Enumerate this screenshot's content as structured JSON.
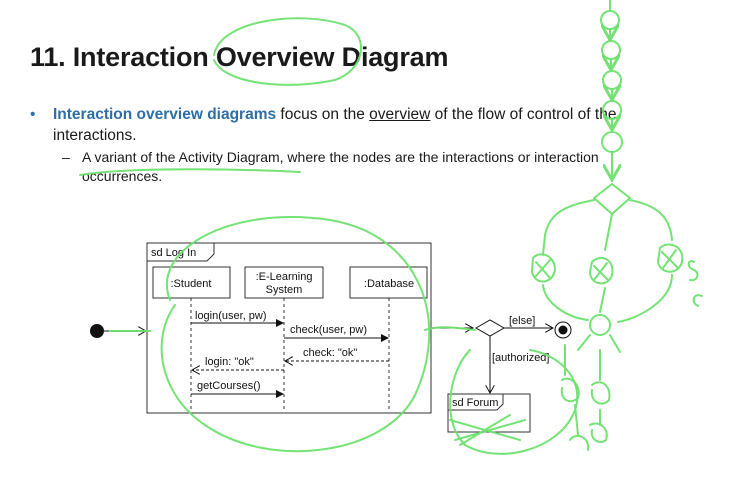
{
  "slide": {
    "title": "11. Interaction Overview Diagram",
    "bullet1": {
      "marker": "•",
      "highlight": "Interaction overview diagrams",
      "text_before_underline": " focus on the ",
      "underlined": "overview",
      "text_after_underline": " of the flow of control of the interactions."
    },
    "bullet2": {
      "marker": "–",
      "text": "A variant of the Activity Diagram, where the nodes are the interactions or interaction occurrences."
    }
  },
  "diagram": {
    "frame_label": "sd Log In",
    "lifelines": [
      {
        "name": ":Student"
      },
      {
        "name": ":E-Learning",
        "name2": "System"
      },
      {
        "name": ":Database"
      }
    ],
    "messages": [
      {
        "label": "login(user, pw)",
        "kind": "sync"
      },
      {
        "label": "check(user, pw)",
        "kind": "sync"
      },
      {
        "label": "check: \"ok\"",
        "kind": "reply"
      },
      {
        "label": "login: \"ok\"",
        "kind": "reply"
      },
      {
        "label": "getCourses()",
        "kind": "sync"
      }
    ],
    "guards": {
      "else": "[else]",
      "authorized": "[authorized]"
    },
    "forum_label": "sd Forum",
    "colors": {
      "annotation_ink": "#6ee06e",
      "highlight_text": "#2e6ea6"
    }
  }
}
